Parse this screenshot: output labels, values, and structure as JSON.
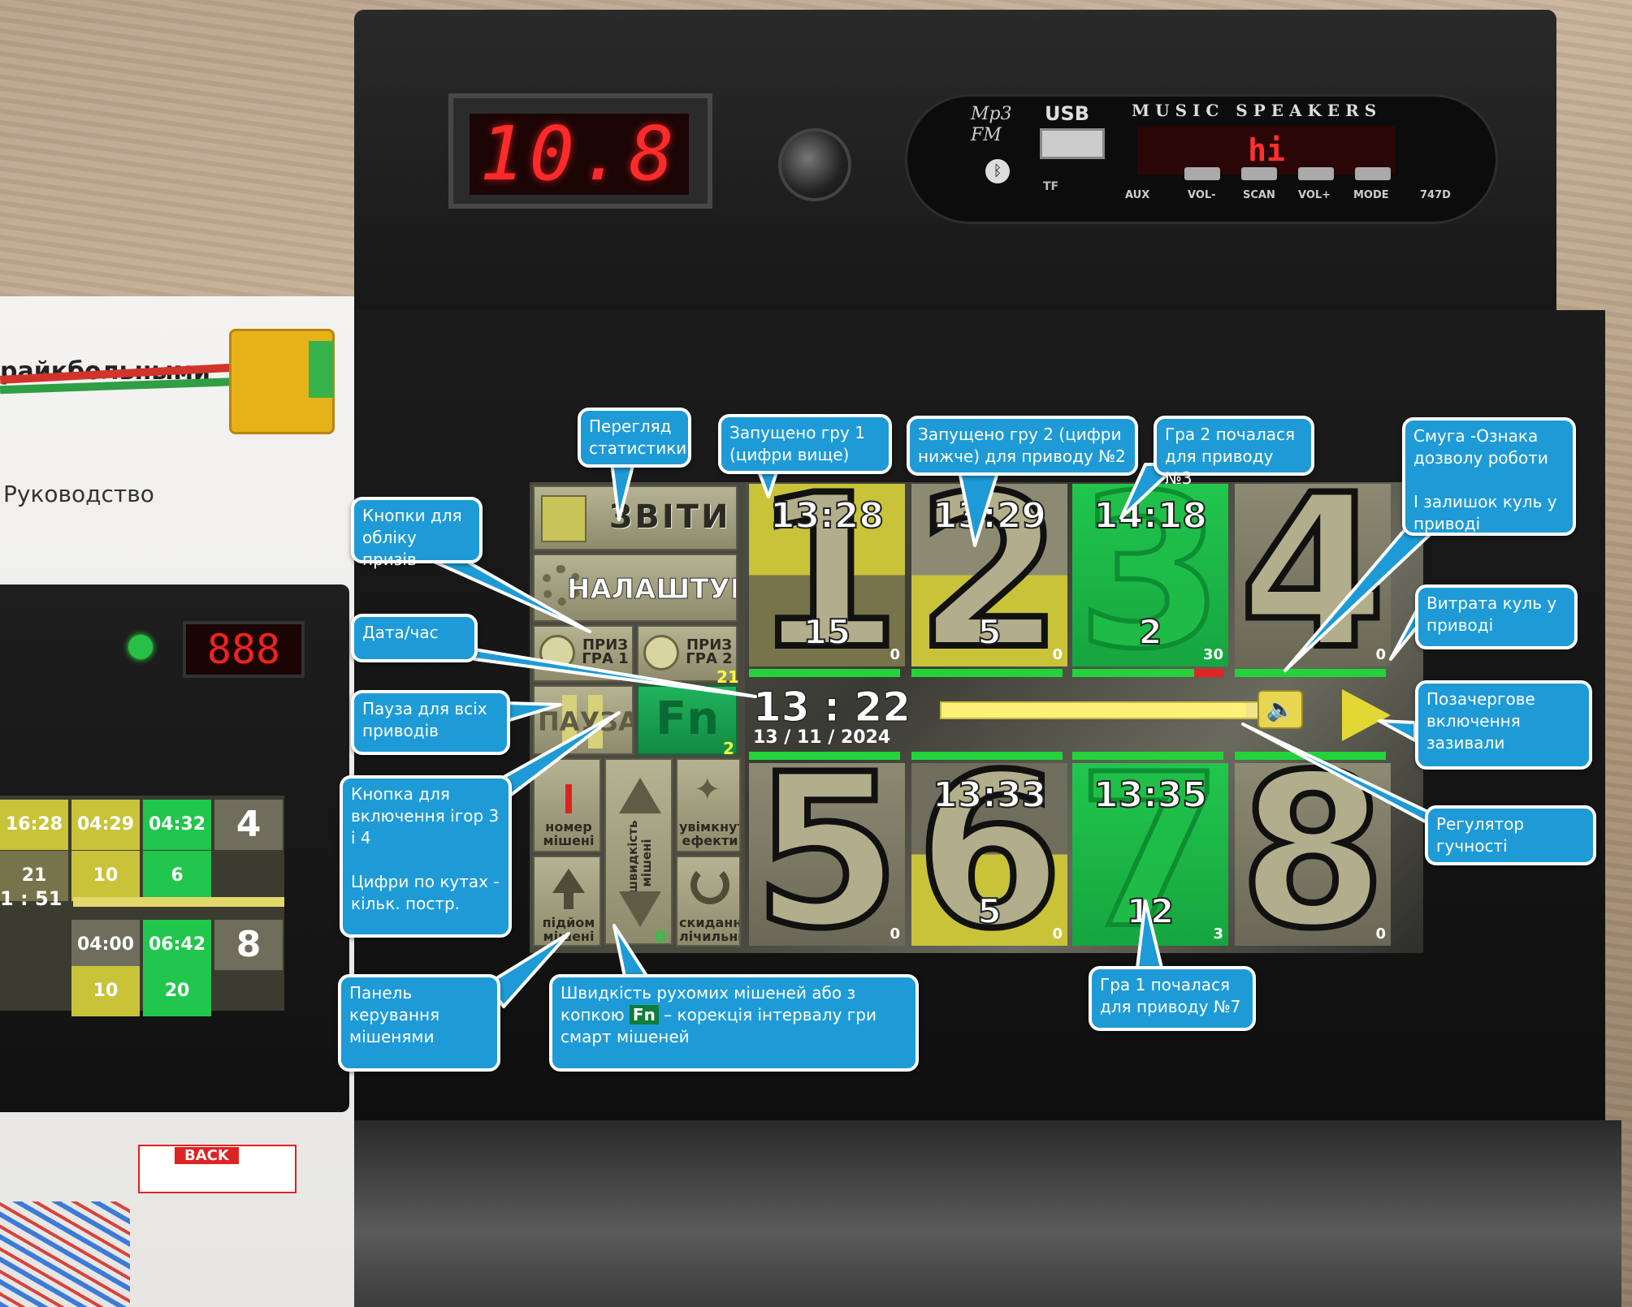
{
  "device": {
    "voltmeter": "10.8",
    "mp3_panel": {
      "logo_top": "Mp3",
      "logo_bottom": "FM",
      "usb_label": "USB",
      "tf_label": "TF",
      "title": "MUSIC SPEAKERS",
      "display": "hi",
      "buttons": [
        "AUX",
        "VOL-",
        "SCAN",
        "VOL+",
        "MODE",
        "747D"
      ]
    }
  },
  "background": {
    "paper_text_1": "райкбольными",
    "paper_text_2": "Руководство",
    "small_device_led": "888",
    "small_device_tiles": [
      "16:28",
      "04:29",
      "04:32",
      "4",
      "21",
      "10",
      "6",
      "06:42",
      "04:00",
      "20",
      "10",
      "8"
    ],
    "small_device_time": "1 : 51",
    "sticker": "BACK"
  },
  "screen": {
    "controls": {
      "reports": "ЗВІТИ",
      "settings": "НАЛАШТУВАТИ",
      "prize1": "ПРИЗ ГРА 1",
      "prize2": "ПРИЗ ГРА 2",
      "pause": "ПАУЗА",
      "fn": "Fn",
      "fn_corner_top": "21",
      "fn_corner_bottom": "2",
      "target_number": "номер мішені",
      "speed": "швидкість мішені",
      "effects_on": "увімкнути ефекти",
      "raise_target": "підйом мішені",
      "reset_counter": "скидання лічильника",
      "speed_value": "0"
    },
    "clock": "13 : 22",
    "date": "13  /  11  /  2024",
    "volume": 0.88,
    "tiles": [
      {
        "num": "1",
        "time": "13:28",
        "count": "15",
        "corner": "0",
        "style": "yellow"
      },
      {
        "num": "2",
        "time": "13:29",
        "count": "5",
        "corner": "0",
        "style": "mix"
      },
      {
        "num": "3",
        "time": "14:18",
        "count": "2",
        "corner": "30",
        "style": "green"
      },
      {
        "num": "4",
        "time": "",
        "count": "",
        "corner": "0",
        "style": "olive"
      },
      {
        "num": "5",
        "time": "",
        "count": "",
        "corner": "0",
        "style": "olive"
      },
      {
        "num": "6",
        "time": "13:33",
        "count": "5",
        "corner": "0",
        "style": "mix2"
      },
      {
        "num": "7",
        "time": "13:35",
        "count": "12",
        "corner": "3",
        "style": "green"
      },
      {
        "num": "8",
        "time": "",
        "count": "",
        "corner": "0",
        "style": "olive"
      }
    ]
  },
  "callouts": {
    "stats": "Перегляд\nстатистики",
    "game1_started": "Запущено гру 1\n(цифри вище)",
    "game2_started": "Запущено гру 2 (цифри\nнижче) для приводу №2",
    "game2_began": "Гра 2 почалася\nдля приводу №3",
    "strip": "Смуга -Ознака\nдозволу роботи\n\nІ залишок куль у\nприводі",
    "prize_buttons": "Кнопки для\nобліку призів",
    "datetime": "Дата/час",
    "ammo_used": "Витрата куль у\nприводі",
    "pause_all": "Пауза для всіх\nприводів",
    "priority": "Позачергове\nвключення\nзазивали",
    "fn_button": "Кнопка для\nвключення ігор 3\nі 4\n\nЦифри по кутах -\nкільк. постр.",
    "volume": "Регулятор гучності",
    "panel": "Панель\nкерування\nмішенями",
    "speed_pre": "Швидкість рухомих мішеней або з\nкопкою",
    "speed_fn": "Fn",
    "speed_post": "– корекція інтервалу гри\nсмарт мішеней",
    "game1_began": "Гра 1 почалася\nдля приводу №7"
  },
  "colors": {
    "callout_blue": "#1e9bd7",
    "active_green": "#21c64d",
    "game_yellow": "#c9c33a",
    "led_red": "#ff2a2a"
  }
}
